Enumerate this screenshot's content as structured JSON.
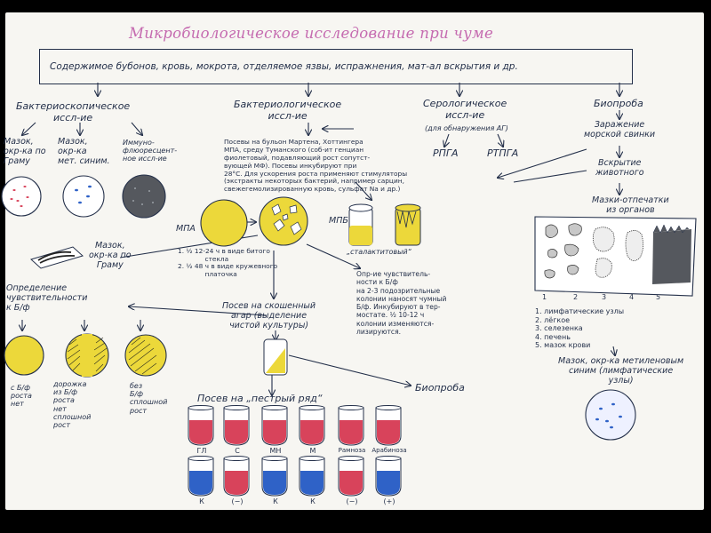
{
  "title": "Микробиологическое исследование при чуме",
  "source_box": "Содержимое бубонов, кровь, мокрота, отделяемое язвы, испражнения, мат-ал вскрытия и др.",
  "branches": {
    "bacterioscopy": "Бактериоскопическое\nиссл-ие",
    "bacteriology": "Бактериологическое\nиссл-ие",
    "serology": "Серологическое\nиссл-ие",
    "serology_note": "(для обнаружения АГ)",
    "bioprobe": "Биопроба"
  },
  "smear_methods": {
    "gram": "Мазок,\nокр-ка по\nГраму",
    "methylene": "Мазок,\nокр-ка\nмет. синим.",
    "immuno": "Иммуно-\nфлюоресцент-\nное иссл-ие"
  },
  "smear2": "Мазок,\nокр-ка по\nГраму",
  "serology_tests": [
    "РПГА",
    "РТПГА"
  ],
  "bioprobe_steps": {
    "infect": "Заражение\nморской свинки",
    "autopsy": "Вскрытие\nживотного",
    "imprints": "Мазки-отпечатки\nиз органов"
  },
  "organ_numbers": [
    "1",
    "2",
    "3",
    "4",
    "5"
  ],
  "organ_legend": "1. лимфатические узлы\n2. лёгкое\n3. селезенка\n4. печень\n5. мазок крови",
  "final_smear": "Мазок, окр-ка метиленовым\nсиним (лимфатические\nузлы)",
  "culture_text": "Посевы на бульон Мартена, Хоттингера\nМПА, среду Туманского (соб-ит генциан\nфиолетовый, подавляющий рост сопутст-\nвующей МФ). Посевы инкубируют при\n28°С. Для ускорения роста применяют стимуляторы\n(экстракты некоторых бактерий, например сарцин,\nсвежегемолизированную кровь, сульфат Na и др.)",
  "mpa_label": "МПА",
  "mpb_label": "МПБ",
  "stalactite": "„сталактитовый“",
  "colony_notes": "1. ½ 12-24 ч в виде битого\n             стекла\n2. ½ 48 ч в виде кружевного\n             платочка",
  "phage_text": "Опр-ие чувствитель-\nности к Б/ф\nна 2-3 подозрительные\nколонии наносят чумный\nБ/ф. Инкубируют в тер-\nмостате. ½ 10-12 ч\nколонии изменяются-\nлизируются.",
  "slant_text": "Посев на скошенный\nагар (выделение\nчистой культуры)",
  "sensitivity_title": "Определение\nчувствительности\nк Б/ф",
  "plates_phage": {
    "with": "с Б/ф\nроста\nнет",
    "track": "дорожка\nиз Б/ф\nроста\nнет\nсплошной\nрост",
    "without": "без\nБ/ф\nсплошной\nрост"
  },
  "bioprobe2": "Биопроба",
  "pestry_title": "Посев на „пестрый ряд“",
  "tubes": {
    "top_labels": [
      "ГЛ",
      "С",
      "МН",
      "М",
      "Рамноза",
      "Арабиноза"
    ],
    "bottom_labels": [
      "К",
      "(−)",
      "К",
      "К",
      "(−)",
      "(+)"
    ],
    "top_colors": [
      "#d8435b",
      "#d8435b",
      "#d8435b",
      "#d8435b",
      "#d8435b",
      "#d8435b"
    ],
    "bottom_colors": [
      "#2f62c7",
      "#d8435b",
      "#2f62c7",
      "#2f62c7",
      "#d8435b",
      "#2f62c7"
    ]
  },
  "colors": {
    "ink": "#24304a",
    "title": "#c56bb0",
    "yellow": "#ecd83a",
    "red": "#d8435b",
    "blue": "#2f62c7"
  }
}
